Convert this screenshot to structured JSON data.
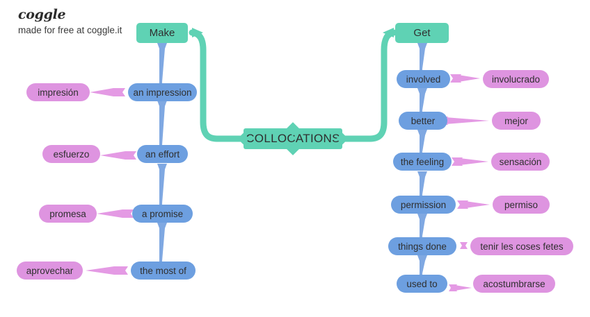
{
  "brand": {
    "logo": "coggle",
    "tagline": "made for free at coggle.it"
  },
  "colors": {
    "teal": "#5fd2b4",
    "blue": "#6d9fe0",
    "blue_connector": "#7fa8e2",
    "pink": "#de94e0",
    "pink_connector": "#e49ae4",
    "text": "#2f2f2f",
    "background": "#ffffff"
  },
  "center": {
    "label": "COLLOCATIONS"
  },
  "branches": [
    {
      "root": "Make",
      "side": "left",
      "items": [
        {
          "english": "an impression",
          "translation": "impresión"
        },
        {
          "english": "an effort",
          "translation": "esfuerzo"
        },
        {
          "english": "a promise",
          "translation": "promesa"
        },
        {
          "english": "the most of",
          "translation": "aprovechar"
        }
      ]
    },
    {
      "root": "Get",
      "side": "right",
      "items": [
        {
          "english": "involved",
          "translation": "involucrado"
        },
        {
          "english": "better",
          "translation": "mejor"
        },
        {
          "english": "the feeling",
          "translation": "sensación"
        },
        {
          "english": "permission",
          "translation": "permiso"
        },
        {
          "english": "things done",
          "translation": "tenir les coses fetes"
        },
        {
          "english": "used to",
          "translation": "acostumbrarse"
        }
      ]
    }
  ]
}
